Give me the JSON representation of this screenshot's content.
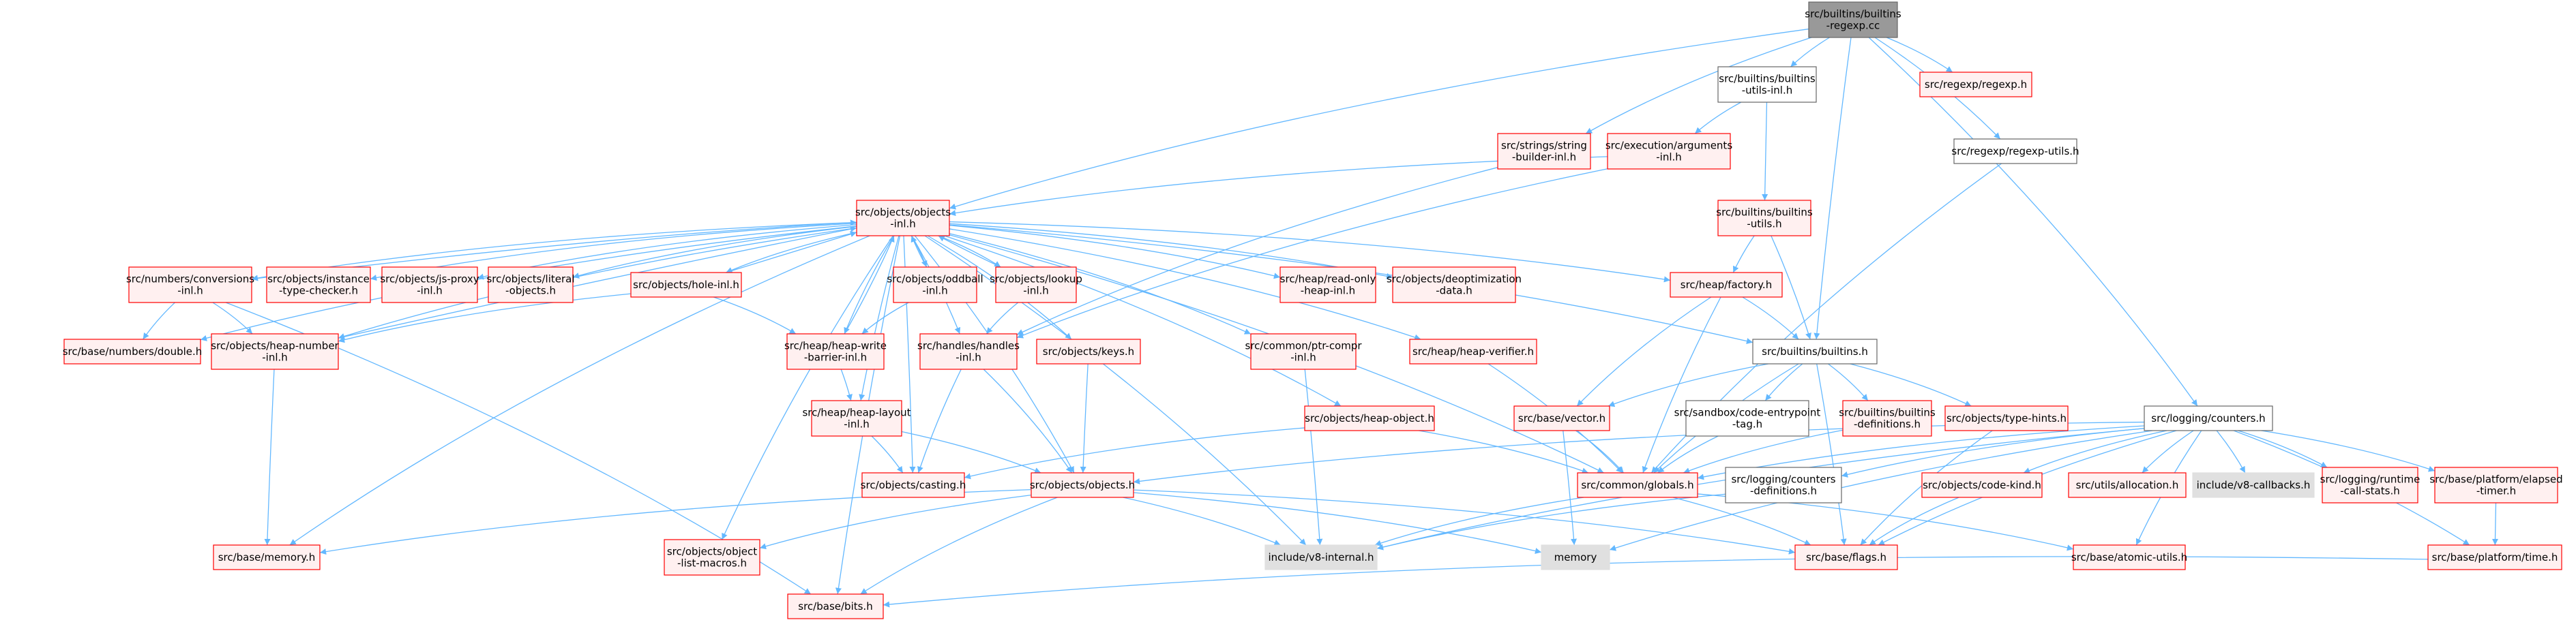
{
  "graph": {
    "colors": {
      "edge": "#63b8ff",
      "root_fill": "#999999",
      "root_stroke": "#666666",
      "linked_stroke": "#ff0000",
      "linked_fill": "#fff0f0",
      "plain_stroke": "#666666",
      "plain_fill": "#ffffff",
      "system_stroke": "#e0e0e0",
      "system_fill": "#e0e0e0",
      "text": "#000000"
    },
    "nodes": [
      {
        "id": "root",
        "kind": "root",
        "lines": [
          "src/builtins/builtins",
          "-regexp.cc"
        ]
      },
      {
        "id": "builtins_utils_inl",
        "kind": "plain",
        "lines": [
          "src/builtins/builtins",
          "-utils-inl.h"
        ]
      },
      {
        "id": "regexp_h",
        "kind": "linked",
        "lines": [
          "src/regexp/regexp.h"
        ]
      },
      {
        "id": "strings_builder",
        "kind": "linked",
        "lines": [
          "src/strings/string",
          "-builder-inl.h"
        ]
      },
      {
        "id": "exec_args",
        "kind": "linked",
        "lines": [
          "src/execution/arguments",
          "-inl.h"
        ]
      },
      {
        "id": "regexp_utils",
        "kind": "plain",
        "lines": [
          "src/regexp/regexp-utils.h"
        ]
      },
      {
        "id": "builtins_utils",
        "kind": "linked",
        "lines": [
          "src/builtins/builtins",
          "-utils.h"
        ]
      },
      {
        "id": "objects_inl",
        "kind": "linked",
        "lines": [
          "src/objects/objects",
          "-inl.h"
        ]
      },
      {
        "id": "numbers_conv",
        "kind": "linked",
        "lines": [
          "src/numbers/conversions",
          "-inl.h"
        ]
      },
      {
        "id": "instance_type_checker",
        "kind": "linked",
        "lines": [
          "src/objects/instance",
          "-type-checker.h"
        ]
      },
      {
        "id": "js_proxy",
        "kind": "linked",
        "lines": [
          "src/objects/js-proxy",
          "-inl.h"
        ]
      },
      {
        "id": "literal_objects",
        "kind": "linked",
        "lines": [
          "src/objects/literal",
          "-objects.h"
        ]
      },
      {
        "id": "hole_inl",
        "kind": "linked",
        "lines": [
          "src/objects/hole-inl.h"
        ]
      },
      {
        "id": "oddball_inl",
        "kind": "linked",
        "lines": [
          "src/objects/oddball",
          "-inl.h"
        ]
      },
      {
        "id": "lookup_inl",
        "kind": "linked",
        "lines": [
          "src/objects/lookup",
          "-inl.h"
        ]
      },
      {
        "id": "heap_read_only",
        "kind": "linked",
        "lines": [
          "src/heap/read-only",
          "-heap-inl.h"
        ]
      },
      {
        "id": "deopt_data",
        "kind": "linked",
        "lines": [
          "src/objects/deoptimization",
          "-data.h"
        ]
      },
      {
        "id": "heap_factory",
        "kind": "linked",
        "lines": [
          "src/heap/factory.h"
        ]
      },
      {
        "id": "base_numbers_double",
        "kind": "linked",
        "lines": [
          "src/base/numbers/double.h"
        ]
      },
      {
        "id": "heap_number_inl",
        "kind": "linked",
        "lines": [
          "src/objects/heap-number",
          "-inl.h"
        ]
      },
      {
        "id": "heap_write_barrier",
        "kind": "linked",
        "lines": [
          "src/heap/heap-write",
          "-barrier-inl.h"
        ]
      },
      {
        "id": "handles_inl",
        "kind": "linked",
        "lines": [
          "src/handles/handles",
          "-inl.h"
        ]
      },
      {
        "id": "objects_keys",
        "kind": "linked",
        "lines": [
          "src/objects/keys.h"
        ]
      },
      {
        "id": "ptr_compr",
        "kind": "linked",
        "lines": [
          "src/common/ptr-compr",
          "-inl.h"
        ]
      },
      {
        "id": "heap_verifier",
        "kind": "linked",
        "lines": [
          "src/heap/heap-verifier.h"
        ]
      },
      {
        "id": "builtins_h",
        "kind": "plain",
        "lines": [
          "src/builtins/builtins.h"
        ]
      },
      {
        "id": "heap_layout",
        "kind": "linked",
        "lines": [
          "src/heap/heap-layout",
          "-inl.h"
        ]
      },
      {
        "id": "heap_object_h",
        "kind": "linked",
        "lines": [
          "src/objects/heap-object.h"
        ]
      },
      {
        "id": "base_vector",
        "kind": "linked",
        "lines": [
          "src/base/vector.h"
        ]
      },
      {
        "id": "sandbox_entry",
        "kind": "plain",
        "lines": [
          "src/sandbox/code-entrypoint",
          "-tag.h"
        ]
      },
      {
        "id": "builtins_defs",
        "kind": "linked",
        "lines": [
          "src/builtins/builtins",
          "-definitions.h"
        ]
      },
      {
        "id": "type_hints",
        "kind": "linked",
        "lines": [
          "src/objects/type-hints.h"
        ]
      },
      {
        "id": "logging_counters",
        "kind": "plain",
        "lines": [
          "src/logging/counters.h"
        ]
      },
      {
        "id": "objects_casting",
        "kind": "linked",
        "lines": [
          "src/objects/casting.h"
        ]
      },
      {
        "id": "objects_h",
        "kind": "linked",
        "lines": [
          "src/objects/objects.h"
        ]
      },
      {
        "id": "common_globals",
        "kind": "linked",
        "lines": [
          "src/common/globals.h"
        ]
      },
      {
        "id": "counters_defs",
        "kind": "plain",
        "lines": [
          "src/logging/counters",
          "-definitions.h"
        ]
      },
      {
        "id": "code_kind",
        "kind": "linked",
        "lines": [
          "src/objects/code-kind.h"
        ]
      },
      {
        "id": "utils_allocation",
        "kind": "linked",
        "lines": [
          "src/utils/allocation.h"
        ]
      },
      {
        "id": "v8_callbacks",
        "kind": "system",
        "lines": [
          "include/v8-callbacks.h"
        ]
      },
      {
        "id": "runtime_call_stats",
        "kind": "linked",
        "lines": [
          "src/logging/runtime",
          "-call-stats.h"
        ]
      },
      {
        "id": "elapsed_timer",
        "kind": "linked",
        "lines": [
          "src/base/platform/elapsed",
          "-timer.h"
        ]
      },
      {
        "id": "base_memory",
        "kind": "linked",
        "lines": [
          "src/base/memory.h"
        ]
      },
      {
        "id": "object_list_macros",
        "kind": "linked",
        "lines": [
          "src/objects/object",
          "-list-macros.h"
        ]
      },
      {
        "id": "v8_internal",
        "kind": "system",
        "lines": [
          "include/v8-internal.h"
        ]
      },
      {
        "id": "memory",
        "kind": "system",
        "lines": [
          "memory"
        ]
      },
      {
        "id": "base_flags",
        "kind": "linked",
        "lines": [
          "src/base/flags.h"
        ]
      },
      {
        "id": "atomic_utils",
        "kind": "linked",
        "lines": [
          "src/base/atomic-utils.h"
        ]
      },
      {
        "id": "platform_time",
        "kind": "linked",
        "lines": [
          "src/base/platform/time.h"
        ]
      },
      {
        "id": "base_bits",
        "kind": "linked",
        "lines": [
          "src/base/bits.h"
        ]
      }
    ],
    "edges": [
      [
        "root",
        "builtins_utils_inl"
      ],
      [
        "root",
        "regexp_h"
      ],
      [
        "root",
        "strings_builder"
      ],
      [
        "root",
        "regexp_utils"
      ],
      [
        "root",
        "objects_inl"
      ],
      [
        "root",
        "builtins_h"
      ],
      [
        "root",
        "logging_counters"
      ],
      [
        "builtins_utils_inl",
        "exec_args"
      ],
      [
        "builtins_utils_inl",
        "builtins_utils"
      ],
      [
        "exec_args",
        "objects_inl"
      ],
      [
        "exec_args",
        "handles_inl"
      ],
      [
        "strings_builder",
        "handles_inl"
      ],
      [
        "regexp_utils",
        "common_globals"
      ],
      [
        "builtins_utils",
        "heap_factory"
      ],
      [
        "builtins_utils",
        "builtins_h"
      ],
      [
        "objects_inl",
        "numbers_conv"
      ],
      [
        "objects_inl",
        "instance_type_checker"
      ],
      [
        "objects_inl",
        "js_proxy"
      ],
      [
        "objects_inl",
        "literal_objects"
      ],
      [
        "objects_inl",
        "hole_inl"
      ],
      [
        "objects_inl",
        "oddball_inl"
      ],
      [
        "objects_inl",
        "lookup_inl"
      ],
      [
        "objects_inl",
        "heap_read_only"
      ],
      [
        "objects_inl",
        "deopt_data"
      ],
      [
        "objects_inl",
        "heap_factory"
      ],
      [
        "objects_inl",
        "base_numbers_double"
      ],
      [
        "objects_inl",
        "heap_number_inl"
      ],
      [
        "objects_inl",
        "heap_write_barrier"
      ],
      [
        "objects_inl",
        "handles_inl"
      ],
      [
        "objects_inl",
        "objects_keys"
      ],
      [
        "objects_inl",
        "ptr_compr"
      ],
      [
        "objects_inl",
        "heap_verifier"
      ],
      [
        "objects_inl",
        "builtins_h"
      ],
      [
        "objects_inl",
        "heap_layout"
      ],
      [
        "objects_inl",
        "heap_object_h"
      ],
      [
        "objects_inl",
        "objects_casting"
      ],
      [
        "objects_inl",
        "objects_h"
      ],
      [
        "objects_inl",
        "common_globals"
      ],
      [
        "objects_inl",
        "base_memory"
      ],
      [
        "objects_inl",
        "object_list_macros"
      ],
      [
        "objects_inl",
        "v8_internal"
      ],
      [
        "objects_inl",
        "base_bits"
      ],
      [
        "numbers_conv",
        "base_numbers_double"
      ],
      [
        "numbers_conv",
        "heap_number_inl"
      ],
      [
        "numbers_conv",
        "base_bits"
      ],
      [
        "numbers_conv",
        "objects_inl"
      ],
      [
        "hole_inl",
        "objects_inl"
      ],
      [
        "hole_inl",
        "heap_write_barrier"
      ],
      [
        "hole_inl",
        "heap_number_inl"
      ],
      [
        "oddball_inl",
        "objects_inl"
      ],
      [
        "oddball_inl",
        "heap_write_barrier"
      ],
      [
        "lookup_inl",
        "objects_inl"
      ],
      [
        "lookup_inl",
        "handles_inl"
      ],
      [
        "heap_number_inl",
        "base_memory"
      ],
      [
        "heap_number_inl",
        "objects_inl"
      ],
      [
        "heap_write_barrier",
        "heap_layout"
      ],
      [
        "heap_write_barrier",
        "objects_inl"
      ],
      [
        "handles_inl",
        "objects_casting"
      ],
      [
        "handles_inl",
        "objects_h"
      ],
      [
        "objects_keys",
        "objects_h"
      ],
      [
        "ptr_compr",
        "v8_internal"
      ],
      [
        "heap_verifier",
        "common_globals"
      ],
      [
        "heap_factory",
        "builtins_h"
      ],
      [
        "heap_factory",
        "base_vector"
      ],
      [
        "heap_factory",
        "common_globals"
      ],
      [
        "builtins_h",
        "base_vector"
      ],
      [
        "builtins_h",
        "sandbox_entry"
      ],
      [
        "builtins_h",
        "builtins_defs"
      ],
      [
        "builtins_h",
        "type_hints"
      ],
      [
        "builtins_h",
        "common_globals"
      ],
      [
        "builtins_h",
        "base_flags"
      ],
      [
        "heap_layout",
        "objects_casting"
      ],
      [
        "heap_layout",
        "objects_h"
      ],
      [
        "heap_object_h",
        "objects_casting"
      ],
      [
        "heap_object_h",
        "common_globals"
      ],
      [
        "base_vector",
        "memory"
      ],
      [
        "base_vector",
        "common_globals"
      ],
      [
        "sandbox_entry",
        "common_globals"
      ],
      [
        "builtins_defs",
        "common_globals"
      ],
      [
        "type_hints",
        "base_flags"
      ],
      [
        "logging_counters",
        "objects_h"
      ],
      [
        "logging_counters",
        "common_globals"
      ],
      [
        "logging_counters",
        "counters_defs"
      ],
      [
        "logging_counters",
        "code_kind"
      ],
      [
        "logging_counters",
        "utils_allocation"
      ],
      [
        "logging_counters",
        "v8_callbacks"
      ],
      [
        "logging_counters",
        "runtime_call_stats"
      ],
      [
        "logging_counters",
        "elapsed_timer"
      ],
      [
        "logging_counters",
        "memory"
      ],
      [
        "logging_counters",
        "base_flags"
      ],
      [
        "logging_counters",
        "atomic_utils"
      ],
      [
        "logging_counters",
        "platform_time"
      ],
      [
        "logging_counters",
        "v8_internal"
      ],
      [
        "objects_h",
        "base_memory"
      ],
      [
        "objects_h",
        "object_list_macros"
      ],
      [
        "objects_h",
        "v8_internal"
      ],
      [
        "objects_h",
        "memory"
      ],
      [
        "objects_h",
        "base_flags"
      ],
      [
        "objects_h",
        "base_bits"
      ],
      [
        "common_globals",
        "v8_internal"
      ],
      [
        "common_globals",
        "base_flags"
      ],
      [
        "common_globals",
        "atomic_utils"
      ],
      [
        "counters_defs",
        "v8_internal"
      ],
      [
        "code_kind",
        "base_flags"
      ],
      [
        "elapsed_timer",
        "platform_time"
      ],
      [
        "platform_time",
        "base_bits"
      ]
    ]
  }
}
